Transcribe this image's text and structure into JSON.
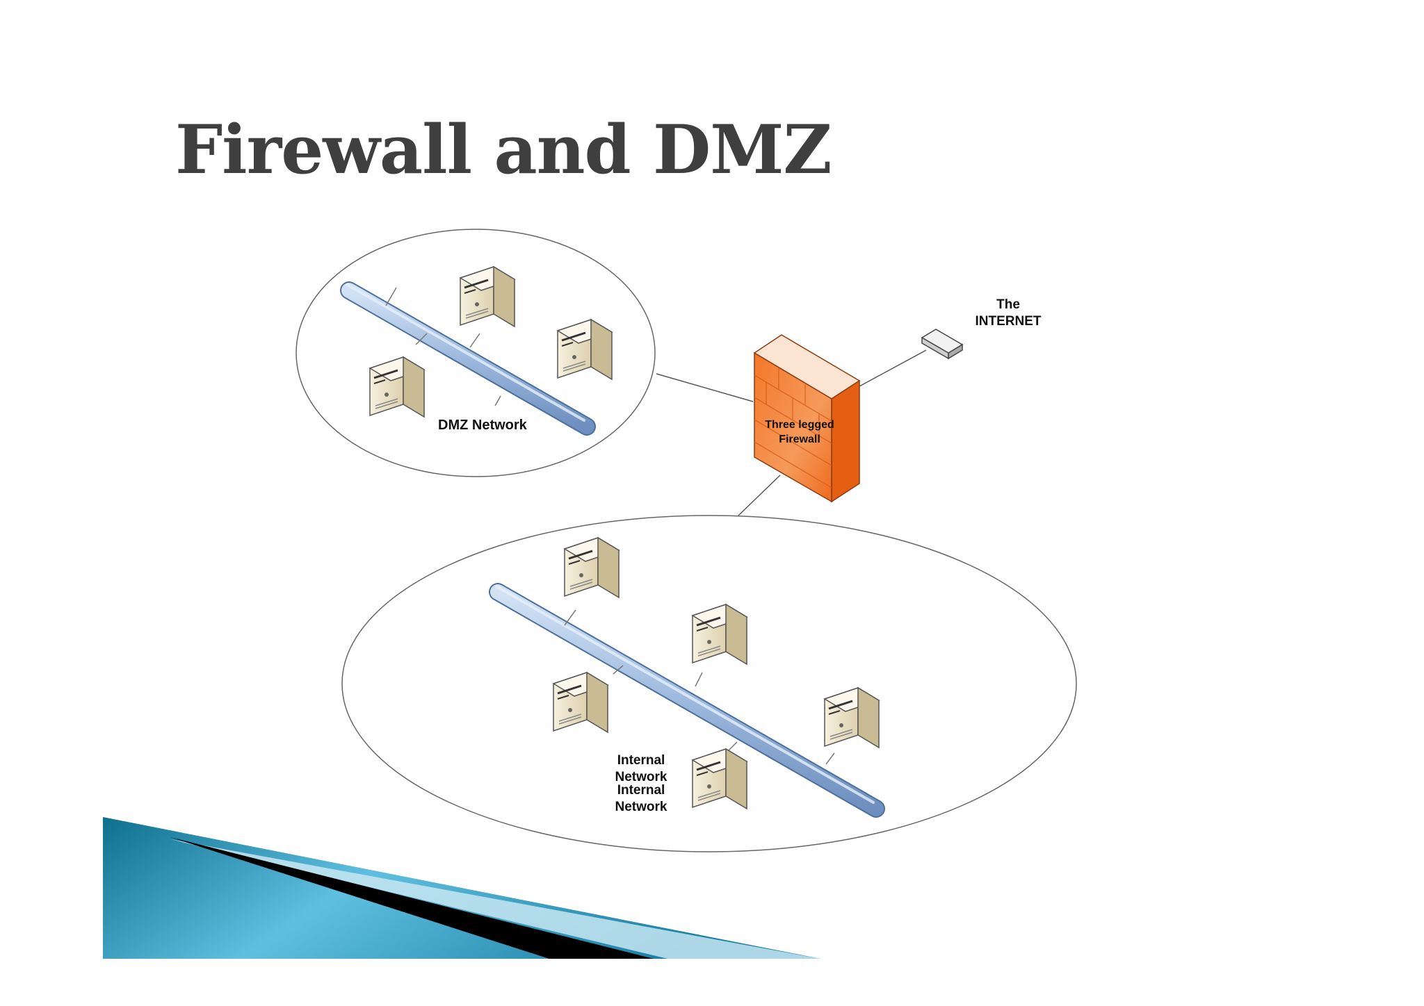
{
  "slide": {
    "title": "Firewall and DMZ"
  },
  "diagram": {
    "dmz_label": "DMZ Network",
    "internet_label_line1": "The",
    "internet_label_line2": "INTERNET",
    "firewall_label_line1": "Three legged",
    "firewall_label_line2": "Firewall",
    "internal_label_a_line1": "Internal",
    "internal_label_a_line2": "Network",
    "internal_label_b_line1": "Internal",
    "internal_label_b_line2": "Network"
  },
  "colors": {
    "title": "#3f3f3f",
    "firewall": "#f07a2e",
    "backbone": "#a9c3e2",
    "server": "#efe6cf",
    "accent_wave": "#1c7fa1"
  }
}
